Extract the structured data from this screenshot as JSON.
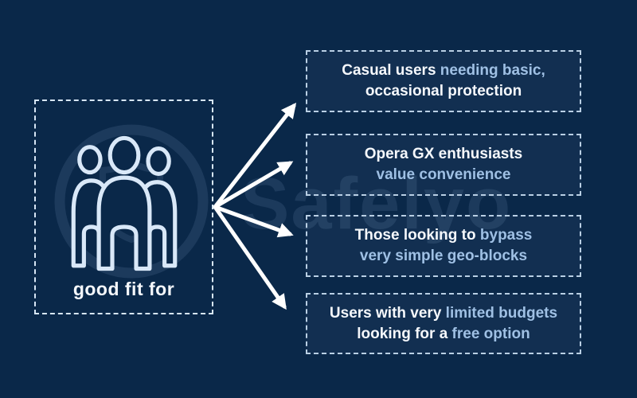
{
  "palette": {
    "background": "#0a2849",
    "card_fill": "rgba(173,203,235,0.05)",
    "card_border": "#b9cfe4",
    "source_border": "#d7e6f5",
    "text_primary": "#f5f8fc",
    "text_highlight": "#9fc0e4",
    "arrow": "#ffffff",
    "icon_stroke": "#d9e8f8",
    "watermark_tint": "rgba(163,193,228,0.12)"
  },
  "watermark": {
    "text": "Safelyo",
    "icon": "shield-badge-icon"
  },
  "source": {
    "label": "good fit for",
    "icon": "people-group-icon"
  },
  "cards": [
    {
      "lines": [
        {
          "segments": [
            {
              "text": "Casual users ",
              "highlight": false
            },
            {
              "text": "needing basic,",
              "highlight": true
            }
          ]
        },
        {
          "segments": [
            {
              "text": "occasional protection",
              "highlight": false
            }
          ]
        }
      ]
    },
    {
      "lines": [
        {
          "segments": [
            {
              "text": "Opera GX enthusiasts",
              "highlight": false
            }
          ]
        },
        {
          "segments": [
            {
              "text": "value convenience",
              "highlight": true
            }
          ]
        }
      ]
    },
    {
      "lines": [
        {
          "segments": [
            {
              "text": "Those looking to ",
              "highlight": false
            },
            {
              "text": "bypass",
              "highlight": true
            }
          ]
        },
        {
          "segments": [
            {
              "text": "very simple geo-blocks",
              "highlight": true
            }
          ]
        }
      ]
    },
    {
      "lines": [
        {
          "segments": [
            {
              "text": "Users with very ",
              "highlight": false
            },
            {
              "text": "limited budgets",
              "highlight": true
            }
          ]
        },
        {
          "segments": [
            {
              "text": "looking for a ",
              "highlight": false
            },
            {
              "text": "free option",
              "highlight": true
            }
          ]
        }
      ]
    }
  ]
}
